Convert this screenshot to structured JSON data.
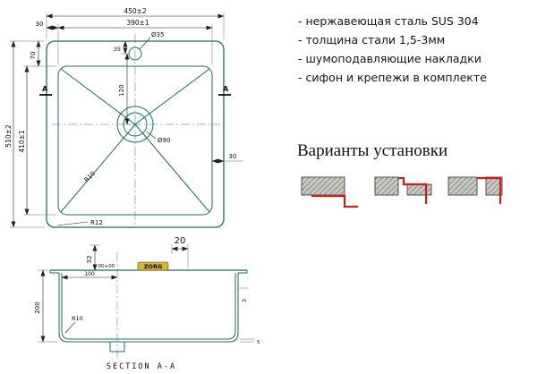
{
  "specs": {
    "items": [
      "- нержавеющая сталь SUS 304",
      "- толщина стали 1,5-3мм",
      "- шумоподавляющие накладки",
      "- сифон и крепежи в комплекте"
    ]
  },
  "install": {
    "title": "Варианты установки",
    "options": [
      "countertop-mount-1",
      "countertop-mount-2",
      "countertop-mount-3"
    ]
  },
  "top_view": {
    "width_outer": "450±2",
    "width_inner": "390±1",
    "offset_top_left": "30",
    "faucet_hole_dia": "Ø35",
    "faucet_hole_offset": "35",
    "deck_top": "70",
    "hole_to_drain": "120",
    "height_outer": "510±2",
    "height_inner": "410±1",
    "drain_dia": "Ø90",
    "deck_right": "30",
    "radius_inner": "R10",
    "radius_outer": "R12",
    "section_marker": "A"
  },
  "section_view": {
    "rim_height": "32",
    "flange_width": "20",
    "drain_tolerance": "00+00",
    "drain_offset": "100",
    "bowl_depth": "200",
    "steel_thickness": "3",
    "bottom_gap": "5",
    "bottom_radius": "R10",
    "caption": "SECTION A-A",
    "logo": "ZORG"
  },
  "colors": {
    "line": "#1f6b63",
    "dimension": "#222222",
    "accent_red": "#d21c14",
    "logo_gold": "#d9b23a"
  }
}
